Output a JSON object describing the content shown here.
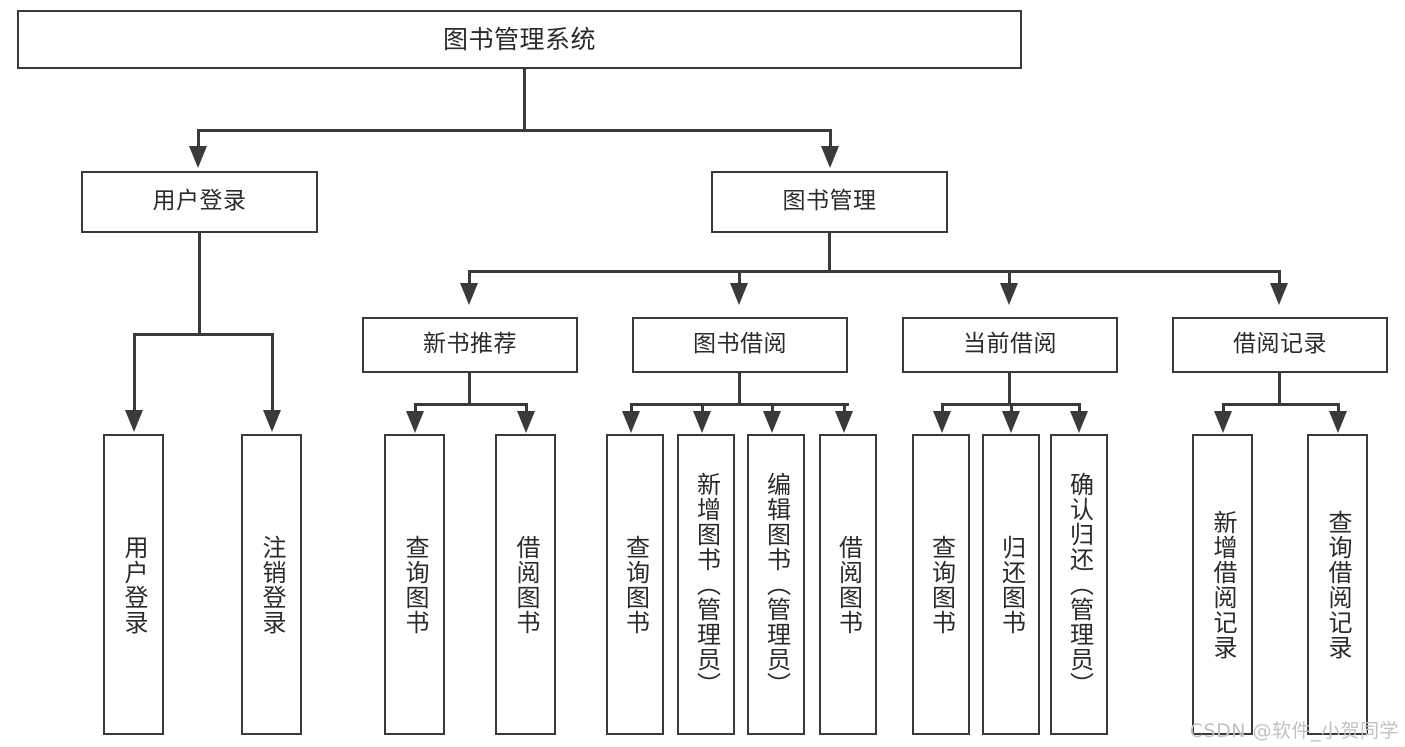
{
  "diagram": {
    "title": "图书管理系统",
    "watermark": "CSDN @软件_小贺同学",
    "colors": {
      "stroke": "#3a3a3a",
      "fill": "#ffffff",
      "text": "#2b2b2b",
      "watermark": "#c2c2c2"
    },
    "root": {
      "label": "图书管理系统"
    },
    "level1": [
      {
        "label": "用户登录"
      },
      {
        "label": "图书管理"
      }
    ],
    "level2": [
      {
        "label": "新书推荐"
      },
      {
        "label": "图书借阅"
      },
      {
        "label": "当前借阅"
      },
      {
        "label": "借阅记录"
      }
    ],
    "leaves": {
      "user_login": [
        {
          "label": "用户登录"
        },
        {
          "label": "注销登录"
        }
      ],
      "new_book_recommend": [
        {
          "label": "查询图书"
        },
        {
          "label": "借阅图书"
        }
      ],
      "book_borrow": [
        {
          "label": "查询图书"
        },
        {
          "label": "新增图书（管理员）"
        },
        {
          "label": "编辑图书（管理员）"
        },
        {
          "label": "借阅图书"
        }
      ],
      "current_borrow": [
        {
          "label": "查询图书"
        },
        {
          "label": "归还图书"
        },
        {
          "label": "确认归还（管理员）"
        }
      ],
      "borrow_records": [
        {
          "label": "新增借阅记录"
        },
        {
          "label": "查询借阅记录"
        }
      ]
    }
  }
}
